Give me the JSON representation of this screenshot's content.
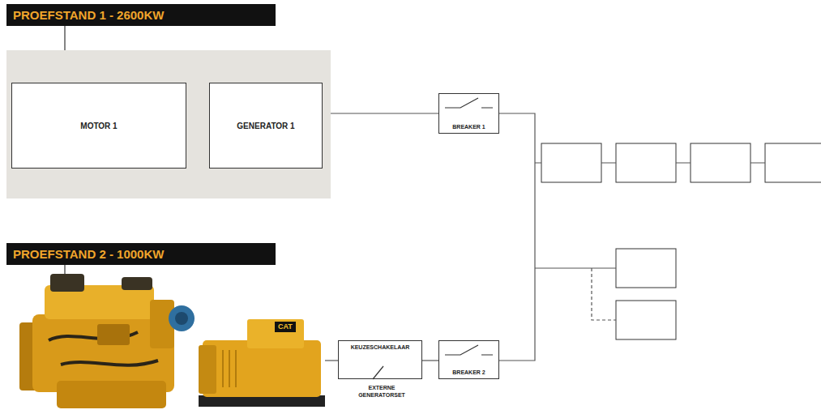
{
  "diagram": {
    "nodes": [
      {
        "text": [
          "PROEFSTAND 1 - 2600KW"
        ]
      },
      {
        "text": [
          "MOTOR 1"
        ],
        "in": 0
      },
      {
        "text": [
          "GENERATOR 1"
        ],
        "in": 0
      },
      {
        "text": [
          "BREAKER 1"
        ]
      },
      {
        "text": [
          "PROEFSTAND 2 - 1000KW"
        ]
      },
      {
        "text": [
          "KEUZESCHAKELAAR",
          "EXTERNE GENERATORSET"
        ]
      },
      {
        "text": [
          "BREAKER 2"
        ]
      }
    ],
    "edges": [
      {
        "from": 1,
        "to": 2,
        "arrow": "none"
      },
      {
        "from": 2,
        "to": 3,
        "arrow": "none"
      },
      {
        "from": 3,
        "to": 6,
        "arrow": "none"
      },
      {
        "from": 5,
        "to": 6,
        "arrow": "none"
      }
    ],
    "labels": [
      "CAT"
    ]
  }
}
